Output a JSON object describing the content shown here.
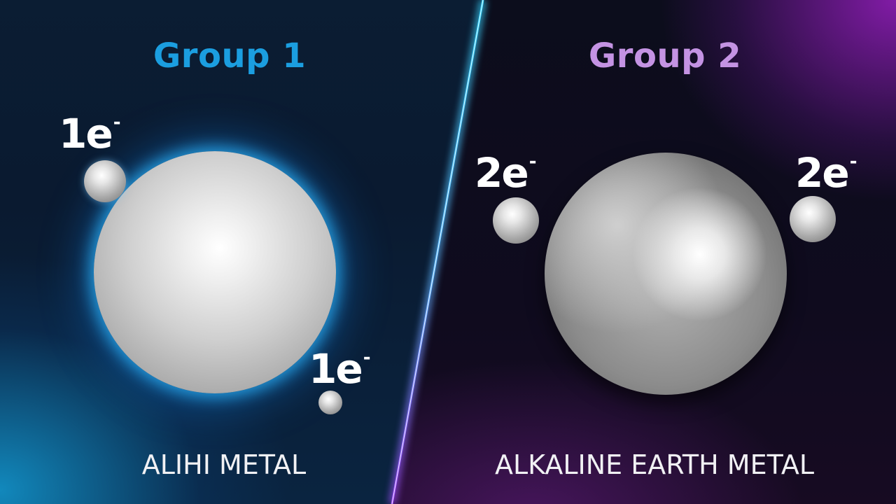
{
  "colors": {
    "group1_accent": "#1b9ee0",
    "group2_accent": "#c493e3",
    "divider_glow": "#37d6ff",
    "divider_violet": "#a44bff"
  },
  "group1": {
    "heading": "Group 1",
    "electron_label_top": {
      "value": "1e",
      "superscript": "-"
    },
    "electron_label_bottom": {
      "value": "1e",
      "superscript": "-"
    },
    "name": "ALIHI METAL"
  },
  "group2": {
    "heading": "Group 2",
    "electron_label_left": {
      "value": "2e",
      "superscript": "-"
    },
    "electron_label_right": {
      "value": "2e",
      "superscript": "-"
    },
    "name": "ALKALINE EARTH METAL"
  }
}
